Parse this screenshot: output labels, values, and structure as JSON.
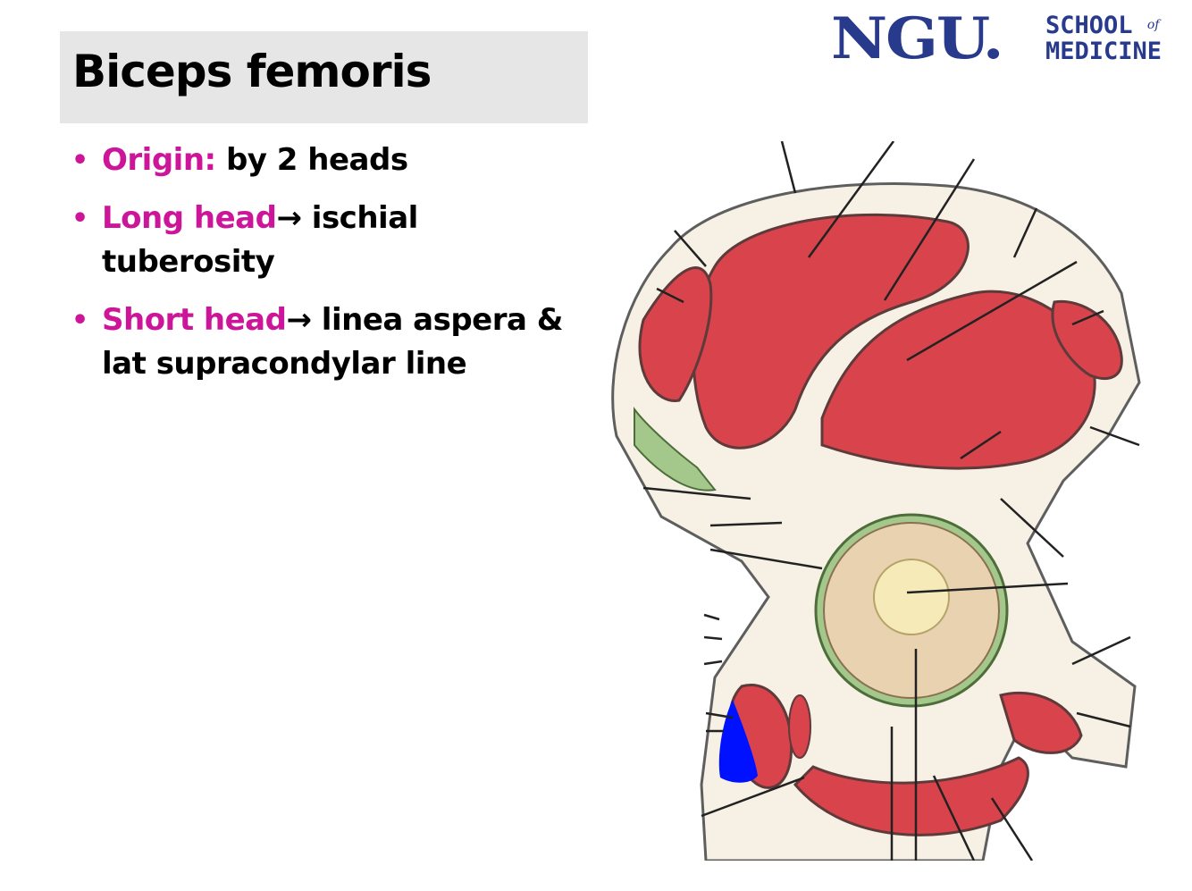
{
  "slide": {
    "title": "Biceps femoris",
    "logo": {
      "brand": "NGU.",
      "line1": "SCHOOL",
      "of": "of",
      "line2": "MEDICINE"
    },
    "bullets": [
      {
        "key": "Origin:",
        "text": " by 2 heads",
        "arrow": ""
      },
      {
        "key": "Long head",
        "arrow": "→",
        "text": " ischial tuberosity"
      },
      {
        "key": "Short head",
        "arrow": "→",
        "text": " linea aspera & lat supracondylar line"
      }
    ]
  },
  "colors": {
    "title_bg": "#e6e6e6",
    "brand": "#283a8c",
    "accent": "#cc1599",
    "muscle": "#d8434c",
    "highlight": "#0011ff"
  }
}
